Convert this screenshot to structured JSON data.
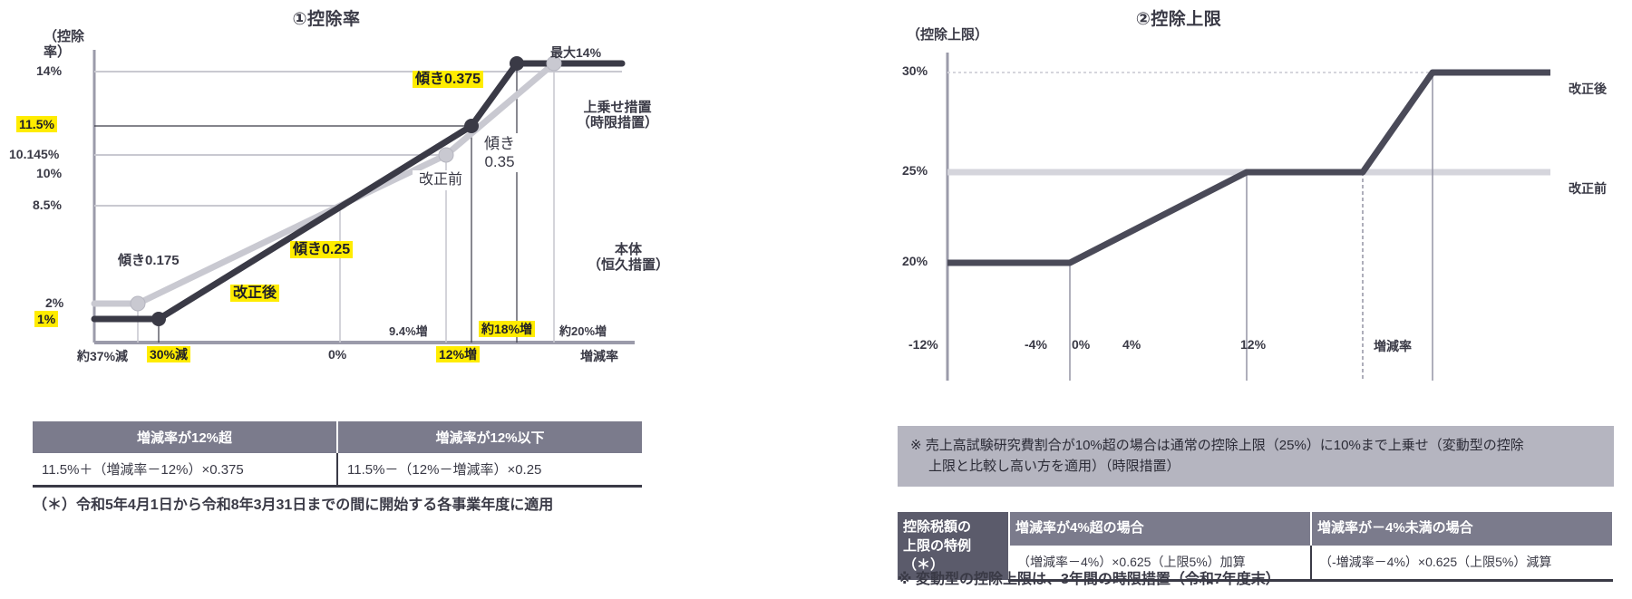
{
  "chart_data": [
    {
      "type": "line",
      "title": "①控除率",
      "ylabel": "（控除率）",
      "xlabel": "増減率",
      "ytick_labels": [
        "14%",
        "11.5%",
        "10.145%",
        "10%",
        "8.5%",
        "2%",
        "1%"
      ],
      "xtick_labels": [
        "約37%減",
        "30%減",
        "0%",
        "12%増",
        "増減率"
      ],
      "series": [
        {
          "name": "改正後",
          "color": "#3a3a46",
          "points": [
            {
              "x": -50,
              "y": 1,
              "label": ""
            },
            {
              "x": -30,
              "y": 1,
              "label": "30%減"
            },
            {
              "x": 12,
              "y": 11.5,
              "label": "12%増"
            },
            {
              "x": 18,
              "y": 14,
              "label": "約18%増"
            },
            {
              "x": 30,
              "y": 14,
              "label": ""
            }
          ],
          "slopes": [
            "傾き0.25",
            "傾き0.375"
          ]
        },
        {
          "name": "改正前",
          "color": "#c9c9d1",
          "points": [
            {
              "x": -50,
              "y": 2,
              "label": ""
            },
            {
              "x": -37,
              "y": 2,
              "label": "約37%減"
            },
            {
              "x": 9.4,
              "y": 10.145,
              "label": "9.4%増"
            },
            {
              "x": 20,
              "y": 14,
              "label": "約20%増"
            },
            {
              "x": 30,
              "y": 14,
              "label": ""
            }
          ],
          "slopes": [
            "傾き0.175",
            "傾き0.35"
          ]
        }
      ],
      "annotations": [
        "最大14%",
        "傾き0.375",
        "傾き 0.35",
        "改正前",
        "改正後",
        "傾き0.25",
        "傾き0.175",
        "上乗せ措置（時限措置）",
        "本体（恒久措置）"
      ]
    },
    {
      "type": "line",
      "title": "②控除上限",
      "ylabel": "（控除上限）",
      "xlabel": "増減率",
      "ytick_labels": [
        "30%",
        "25%",
        "20%"
      ],
      "xtick_labels": [
        "-12%",
        "-4%",
        "0%",
        "4%",
        "12%",
        "増減率"
      ],
      "series": [
        {
          "name": "改正後",
          "color": "#4a4a58",
          "points": [
            {
              "x": -20,
              "y": 20
            },
            {
              "x": -12,
              "y": 20
            },
            {
              "x": -4,
              "y": 25
            },
            {
              "x": 4,
              "y": 25
            },
            {
              "x": 12,
              "y": 30
            },
            {
              "x": 20,
              "y": 30
            }
          ]
        },
        {
          "name": "改正前",
          "color": "#d5d5dc",
          "points": [
            {
              "x": -20,
              "y": 25
            },
            {
              "x": 20,
              "y": 25
            }
          ]
        }
      ],
      "annotations": [
        "改正後",
        "改正前"
      ]
    }
  ],
  "chart1": {
    "title": "①控除率",
    "y_caption_line1": "（控除",
    "y_caption_line2": "率）",
    "y_ticks": {
      "t14": "14%",
      "t115": "11.5%",
      "t10145": "10.145%",
      "t10": "10%",
      "t85": "8.5%",
      "t2": "2%",
      "t1": "1%"
    },
    "x_ticks": {
      "x37": "約37%減",
      "x30": "30%減",
      "x0": "0%",
      "x12": "12%増",
      "axis": "増減率"
    },
    "increase_labels": {
      "g94": "9.4%増",
      "g18": "約18%増",
      "g20": "約20%増"
    },
    "annotations": {
      "max14": "最大14%",
      "slope0375": "傾き0.375",
      "slope035_l1": "傾き",
      "slope035_l2": "0.35",
      "before": "改正前",
      "after": "改正後",
      "slope025": "傾き0.25",
      "slope0175": "傾き0.175",
      "uwanose_l1": "上乗せ措置",
      "uwanose_l2": "（時限措置）",
      "hontai_l1": "本体",
      "hontai_l2": "（恒久措置）"
    },
    "table": {
      "headers": [
        "増減率が12%超",
        "増減率が12%以下"
      ],
      "row": [
        "11.5%＋（増減率－12%）×0.375",
        "11.5%－（12%－増減率）×0.25"
      ]
    },
    "footnote": "（＊）令和5年4月1日から令和8年3月31日までの間に開始する各事業年度に適用"
  },
  "chart2": {
    "title": "②控除上限",
    "y_caption": "（控除上限）",
    "y_ticks": {
      "t30": "30%",
      "t25": "25%",
      "t20": "20%"
    },
    "x_ticks": {
      "xm12": "-12%",
      "xm4": "-4%",
      "x0": "0%",
      "x4": "4%",
      "x12": "12%",
      "axis": "増減率"
    },
    "legend": {
      "after": "改正後",
      "before": "改正前"
    },
    "note_line1": "※ 売上高試験研究費割合が10%超の場合は通常の控除上限（25%）に10%まで上乗せ（変動型の控除",
    "note_line2": "上限と比較し高い方を適用）（時限措置）",
    "table": {
      "side_l1": "控除税額の",
      "side_l2": "上限の特例",
      "side_l3": "（＊）",
      "headers": [
        "増減率が4%超の場合",
        "増減率が－4%未満の場合"
      ],
      "row": [
        "（増減率－4%）×0.625（上限5%）加算",
        "（-増減率－4%）×0.625（上限5%）減算"
      ]
    },
    "footnote": "※ 変動型の控除上限は、3年間の時限措置（令和7年度末）"
  },
  "colors": {
    "after_line": "#3a3a46",
    "before_line": "#c9c9d1",
    "highlight": "#ffec00",
    "header_bg": "#7b7b8c",
    "note_bg": "#b5b5c0",
    "text": "#3a3a46"
  }
}
